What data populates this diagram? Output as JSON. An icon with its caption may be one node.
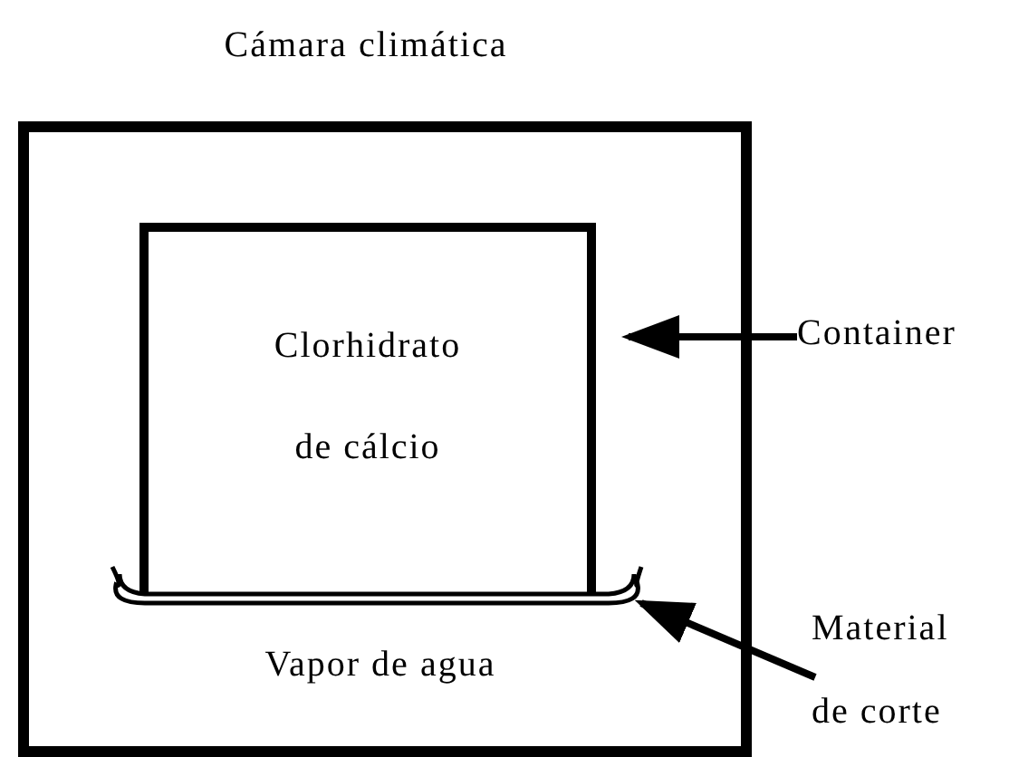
{
  "diagram": {
    "nodes": [
      {
        "text": [
          "Cámara climática",
          "Vapor de agua"
        ]
      },
      {
        "text": [
          "Clorhidrato de cálcio"
        ],
        "in": 0
      },
      {
        "text": [],
        "shape": "tray",
        "in": 0
      },
      {
        "text": [
          "Container"
        ]
      },
      {
        "text": [
          "Material de corte"
        ]
      }
    ],
    "edges": [
      {
        "from": 3,
        "to": 1,
        "arrow": "to"
      },
      {
        "from": 4,
        "to": 2,
        "arrow": "to"
      }
    ]
  }
}
